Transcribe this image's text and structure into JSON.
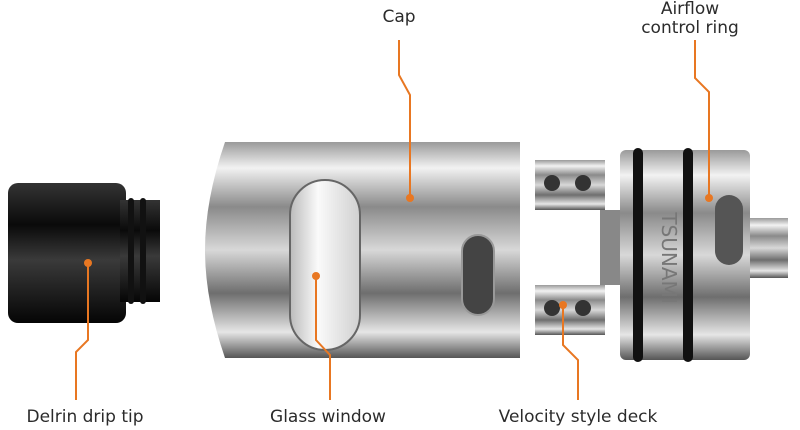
{
  "labels": {
    "cap": "Cap",
    "airflow_line1": "Airflow",
    "airflow_line2": "control ring",
    "drip_tip": "Delrin drip tip",
    "glass_window": "Glass window",
    "deck": "Velocity style deck"
  },
  "deck_engraving": "TSUNAMI",
  "colors": {
    "leader": "#e87722",
    "text": "#2b2b2b"
  }
}
